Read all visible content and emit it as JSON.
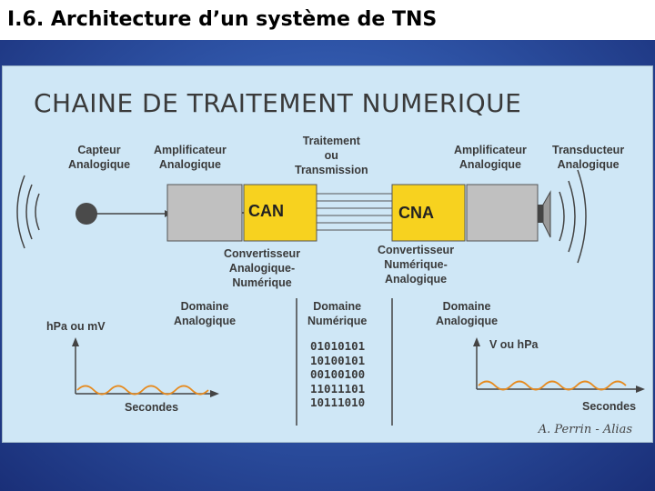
{
  "slide": {
    "title": "I.6. Architecture d’un système de TNS"
  },
  "figure": {
    "title": "CHAINE DE TRAITEMENT NUMERIQUE",
    "capteur": [
      "Capteur",
      "Analogique"
    ],
    "ampli_in": [
      "Amplificateur",
      "Analogique"
    ],
    "traitement": [
      "Traitement",
      "ou",
      "Transmission"
    ],
    "ampli_out": [
      "Amplificateur",
      "Analogique"
    ],
    "transducteur": [
      "Transducteur",
      "Analogique"
    ],
    "can_label": "CAN",
    "cna_label": "CNA",
    "can_desc": [
      "Convertisseur",
      "Analogique-",
      "Numérique"
    ],
    "cna_desc": [
      "Convertisseur",
      "Numérique-",
      "Analogique"
    ],
    "domaine_left": [
      "Domaine",
      "Analogique"
    ],
    "domaine_mid": [
      "Domaine",
      "Numérique"
    ],
    "domaine_right": [
      "Domaine",
      "Analogique"
    ],
    "unit_left": "hPa ou mV",
    "unit_right": "V ou hPa",
    "seconds_left": "Secondes",
    "seconds_right": "Secondes",
    "binary": [
      "01010101",
      "10100101",
      "00100100",
      "11011101",
      "10111010"
    ],
    "signature": "A. Perrin - Alias",
    "colors": {
      "converter": "#f7d21f",
      "block": "#c0c0c0",
      "wave": "#e68a1e",
      "background": "#cfe7f6"
    }
  }
}
